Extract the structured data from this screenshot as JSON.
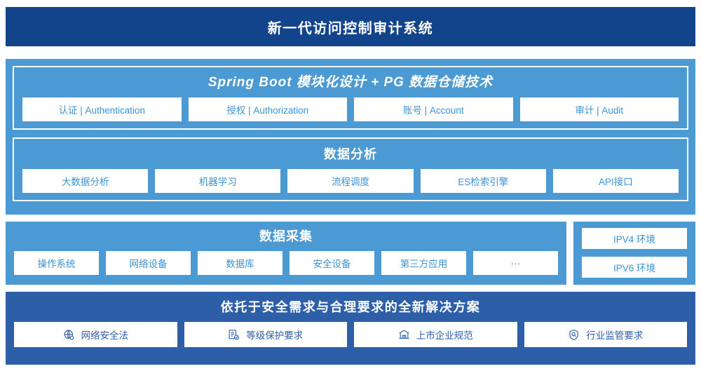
{
  "header": {
    "title": "新一代访问控制审计系统",
    "bg_color": "#12448c",
    "text_color": "#ffffff"
  },
  "theme": {
    "panel_blue": "#4c9ad4",
    "deep_blue": "#2d5ea8",
    "chip_bg": "#ffffff",
    "chip_text": "#3d93d2"
  },
  "architecture": {
    "platform": {
      "title": "Spring Boot 模块化设计 + PG 数据仓储技术",
      "modules": [
        {
          "label": "认证 | Authentication"
        },
        {
          "label": "授权 | Authorization"
        },
        {
          "label": "账号 | Account"
        },
        {
          "label": "审计 | Audit"
        }
      ]
    },
    "analysis": {
      "title": "数据分析",
      "modules": [
        {
          "label": "大数据分析"
        },
        {
          "label": "机器学习"
        },
        {
          "label": "流程调度"
        },
        {
          "label": "ES检索引擎"
        },
        {
          "label": "API接口"
        }
      ]
    },
    "collection": {
      "title": "数据采集",
      "modules": [
        {
          "label": "操作系统"
        },
        {
          "label": "网络设备"
        },
        {
          "label": "数据库"
        },
        {
          "label": "安全设备"
        },
        {
          "label": "第三方应用"
        },
        {
          "label": "···"
        }
      ]
    },
    "environments": [
      {
        "label": "IPV4 环境"
      },
      {
        "label": "IPV6 环境"
      }
    ]
  },
  "compliance": {
    "title": "依托于安全需求与合理要求的全新解决方案",
    "items": [
      {
        "label": "网络安全法",
        "icon": "globe-icon"
      },
      {
        "label": "等级保护要求",
        "icon": "document-check-icon"
      },
      {
        "label": "上市企业规范",
        "icon": "bank-icon"
      },
      {
        "label": "行业监管要求",
        "icon": "shield-search-icon"
      }
    ]
  }
}
